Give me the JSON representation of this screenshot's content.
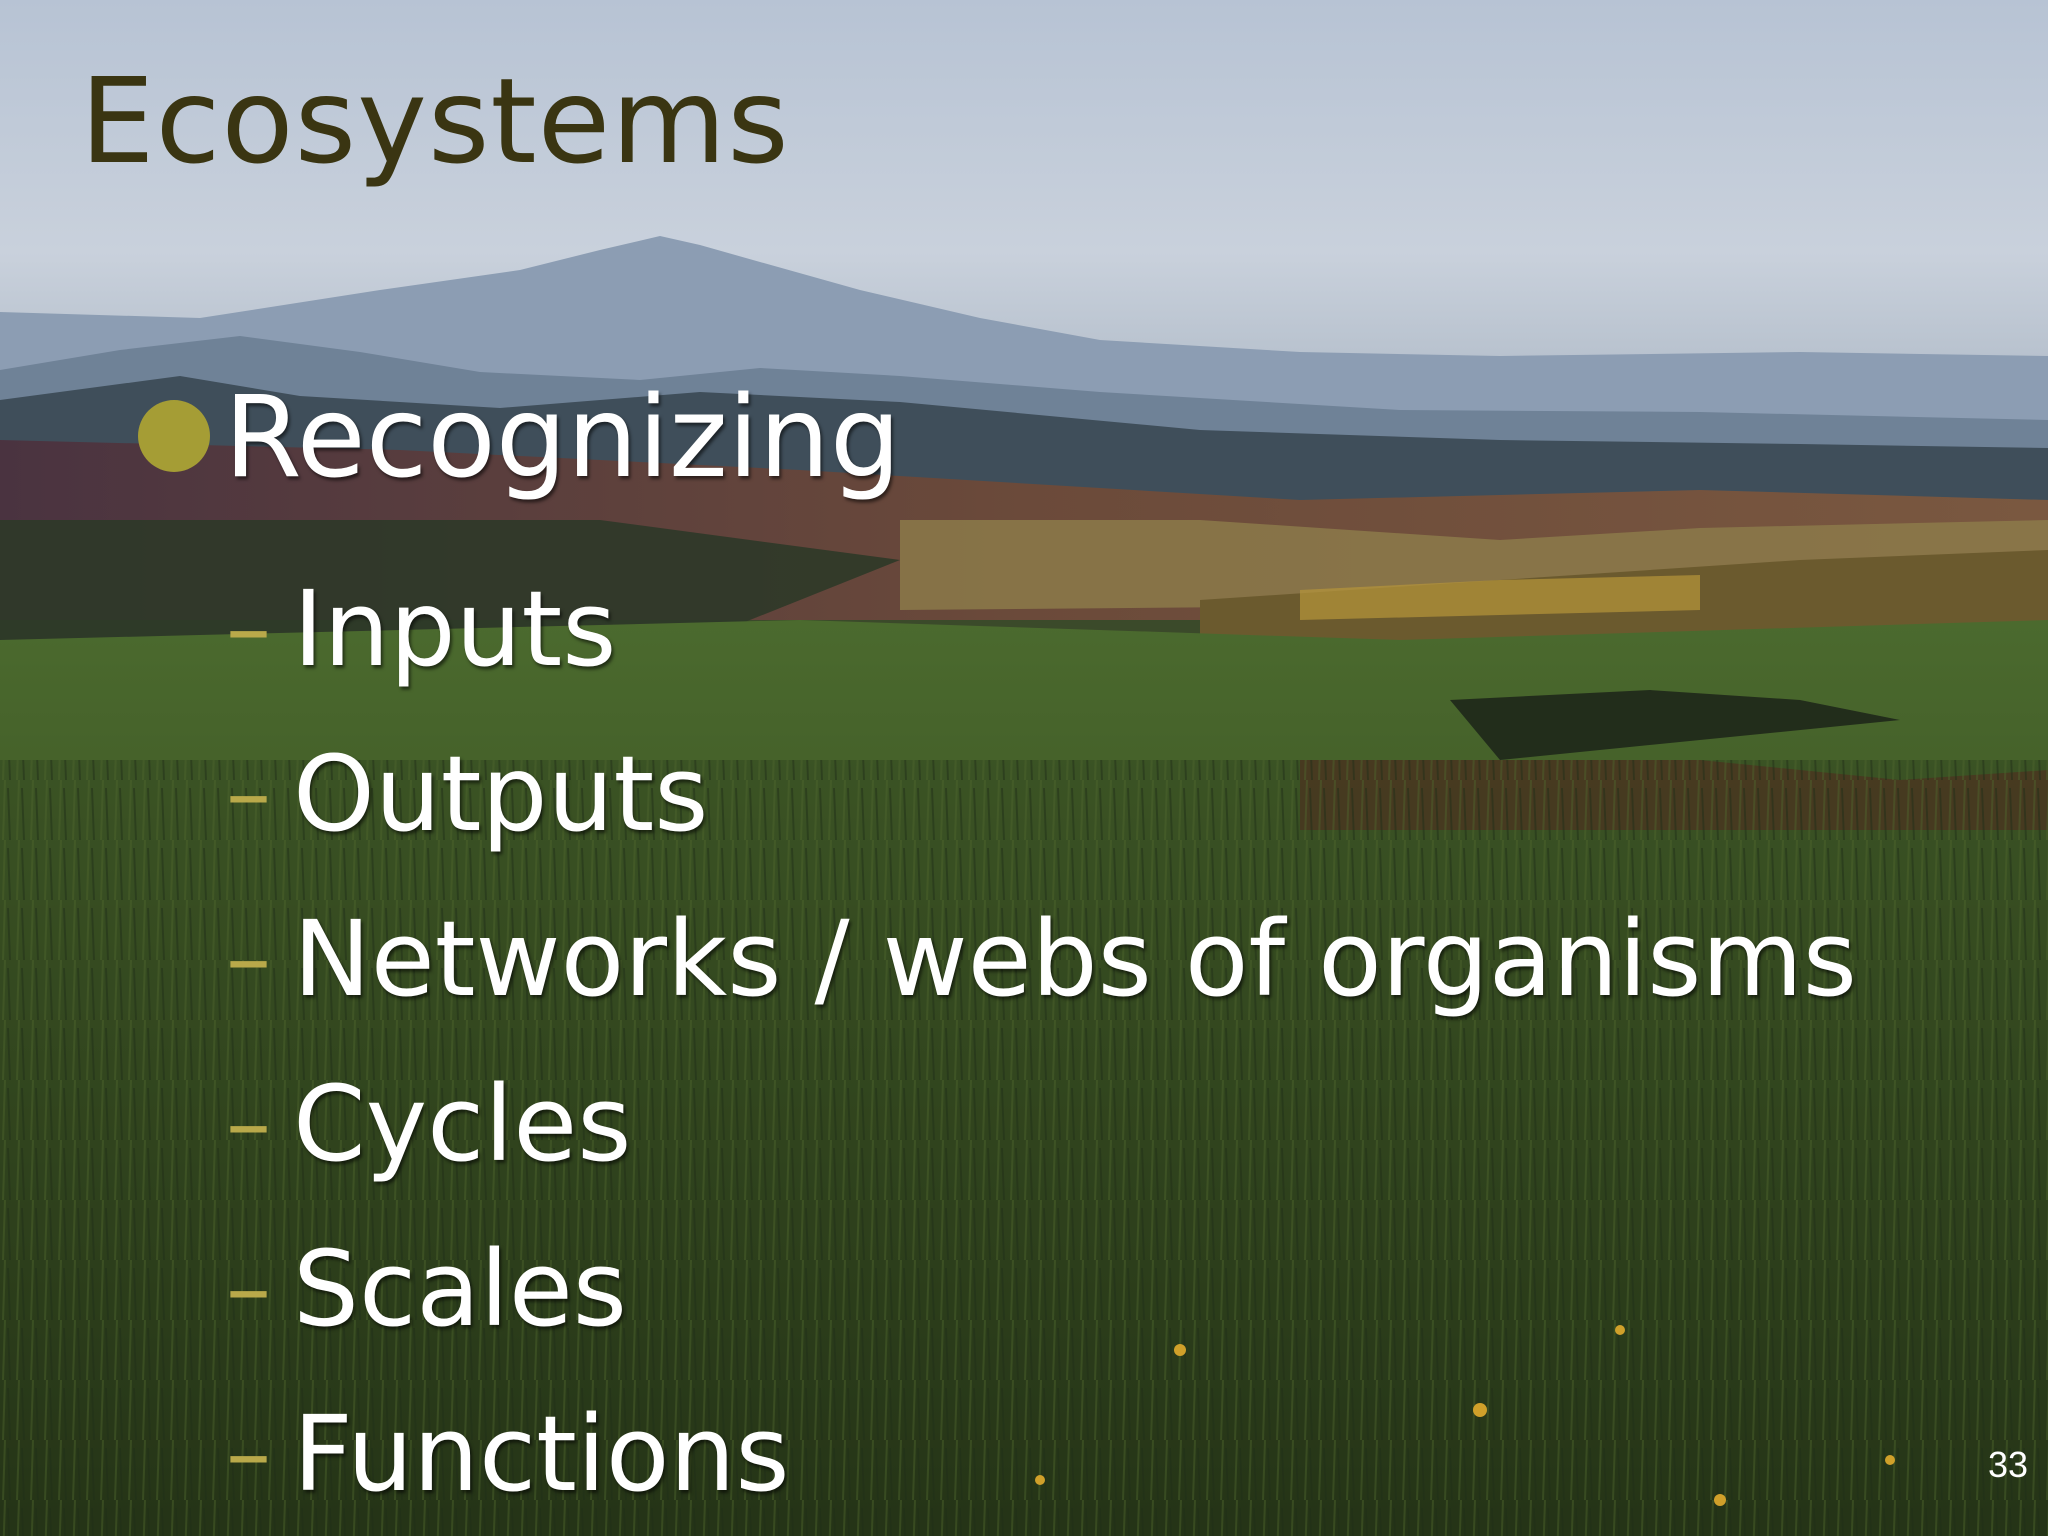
{
  "slide": {
    "title": "Ecosystems",
    "main_bullet": "Recognizing",
    "sub_bullets": [
      "Inputs",
      "Outputs",
      "Networks / webs of organisms",
      "Cycles",
      "Scales",
      "Functions"
    ],
    "dash_glyph": "–",
    "page_number": "33"
  },
  "colors": {
    "title": "#3a3512",
    "bullet_dot": "#a59d35",
    "dash": "#b9a94a",
    "text": "#ffffff"
  },
  "background": {
    "icon": "landscape-photo",
    "description_visible": false
  }
}
